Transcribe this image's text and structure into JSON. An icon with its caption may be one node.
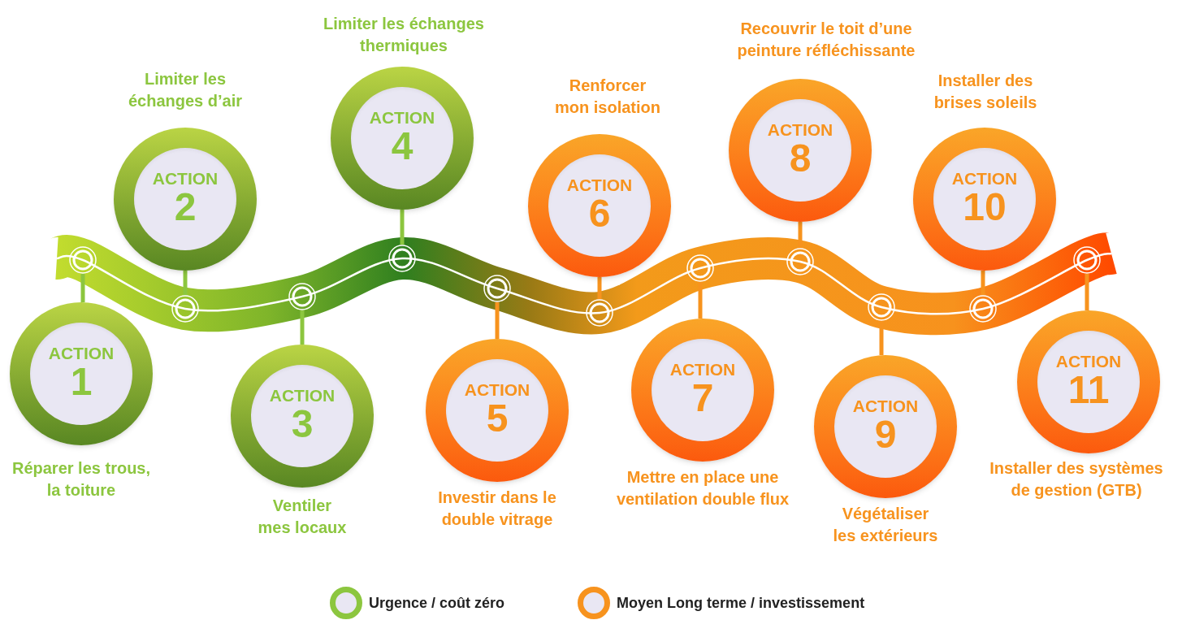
{
  "diagram": {
    "nodes": [
      {
        "text": [
          "ACTION",
          "1"
        ],
        "beside": [
          "Réparer les trous, la toiture"
        ]
      },
      {
        "text": [
          "ACTION",
          "2"
        ],
        "beside": [
          "Limiter les échanges d’air"
        ]
      },
      {
        "text": [
          "ACTION",
          "3"
        ],
        "beside": [
          "Ventiler mes locaux"
        ]
      },
      {
        "text": [
          "ACTION",
          "4"
        ],
        "beside": [
          "Limiter les échanges thermiques"
        ]
      },
      {
        "text": [
          "ACTION",
          "5"
        ],
        "beside": [
          "Investir dans le double vitrage"
        ]
      },
      {
        "text": [
          "ACTION",
          "6"
        ],
        "beside": [
          "Renforcer mon isolation"
        ]
      },
      {
        "text": [
          "ACTION",
          "7"
        ],
        "beside": [
          "Mettre en place une ventilation double flux"
        ]
      },
      {
        "text": [
          "ACTION",
          "8"
        ],
        "beside": [
          "Recouvrir le toit d’une peinture réfléchissante"
        ]
      },
      {
        "text": [
          "ACTION",
          "9"
        ],
        "beside": [
          "Végétaliser les extérieurs"
        ]
      },
      {
        "text": [
          "ACTION",
          "10"
        ],
        "beside": [
          "Installer des brises soleils"
        ]
      },
      {
        "text": [
          "ACTION",
          "11"
        ],
        "beside": [
          "Installer des systèmes de gestion (GTB)"
        ]
      },
      {
        "text": [],
        "shape": "circle"
      },
      {
        "text": [],
        "shape": "circle"
      },
      {
        "text": [],
        "shape": "circle"
      },
      {
        "text": [],
        "shape": "circle"
      },
      {
        "text": [],
        "shape": "circle"
      },
      {
        "text": [],
        "shape": "circle"
      },
      {
        "text": [],
        "shape": "circle"
      },
      {
        "text": [],
        "shape": "circle"
      },
      {
        "text": [],
        "shape": "circle"
      },
      {
        "text": [],
        "shape": "circle"
      },
      {
        "text": [],
        "shape": "circle"
      }
    ],
    "edges": [
      {
        "from": 0,
        "to": 11,
        "arrow": "none",
        "color": "#8cc63f"
      },
      {
        "from": 1,
        "to": 12,
        "arrow": "none",
        "color": "#8cc63f"
      },
      {
        "from": 2,
        "to": 13,
        "arrow": "none",
        "color": "#8cc63f"
      },
      {
        "from": 3,
        "to": 14,
        "arrow": "none",
        "color": "#8cc63f"
      },
      {
        "from": 4,
        "to": 15,
        "arrow": "none"
      },
      {
        "from": 5,
        "to": 16,
        "arrow": "none"
      },
      {
        "from": 6,
        "to": 17,
        "arrow": "none"
      },
      {
        "from": 7,
        "to": 18,
        "arrow": "none"
      },
      {
        "from": 8,
        "to": 19,
        "arrow": "none"
      },
      {
        "from": 9,
        "to": 20,
        "arrow": "none"
      },
      {
        "from": 10,
        "to": 21,
        "arrow": "none"
      }
    ],
    "legend": [
      {
        "text": "Urgence / coût zéro",
        "color": "#8cc63f"
      },
      {
        "text": "Moyen Long terme / investissement",
        "color": "#f7931e"
      }
    ]
  }
}
